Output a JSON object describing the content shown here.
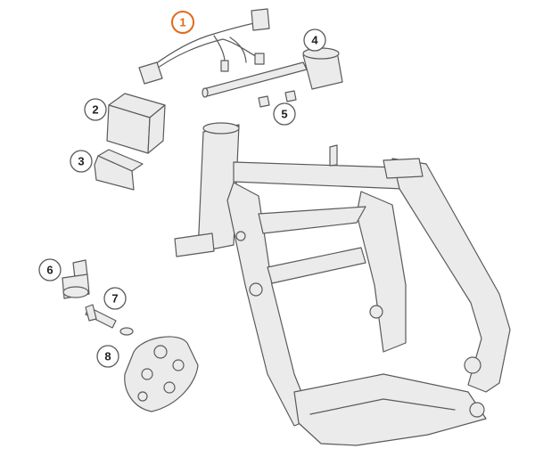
{
  "accent_color": "#e06a1b",
  "line_color": "#5a5a5a",
  "part_fill": "#ebebeb",
  "callouts": [
    {
      "number": "1",
      "part": "wiring-harness",
      "highlighted": true
    },
    {
      "number": "2",
      "part": "control-unit",
      "highlighted": false
    },
    {
      "number": "3",
      "part": "rubber-holder",
      "highlighted": false
    },
    {
      "number": "4",
      "part": "ignition-coil",
      "highlighted": false
    },
    {
      "number": "5",
      "part": "screw",
      "highlighted": false
    },
    {
      "number": "6",
      "part": "spark-plug-connector",
      "highlighted": false
    },
    {
      "number": "7",
      "part": "spark-plug",
      "highlighted": false
    },
    {
      "number": "8",
      "part": "seal-ring",
      "highlighted": false
    }
  ]
}
